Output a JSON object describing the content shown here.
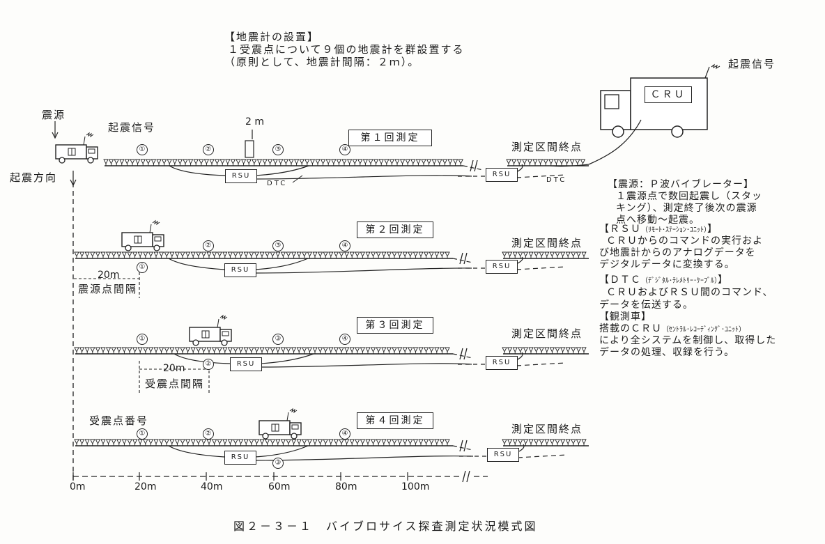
{
  "setup_note": {
    "title": "【地震計の設置】",
    "line1": "１受震点について９個の地震計を群設置する",
    "line2": "（原則として、地震計間隔：２ｍ）。"
  },
  "truck": {
    "label": "ＣＲＵ",
    "signal": "起震信号"
  },
  "source": {
    "label": "震源",
    "signal": "起震信号",
    "direction": "起震方向"
  },
  "spacing_label": "2 m",
  "dtc_label": "DTC",
  "rsu_label": "RSU",
  "end_label": "測定区間終点",
  "rows": [
    {
      "title": "第１回測定"
    },
    {
      "title": "第２回測定"
    },
    {
      "title": "第３回測定"
    },
    {
      "title": "第４回測定"
    }
  ],
  "point_markers": [
    "①",
    "②",
    "③",
    "④"
  ],
  "dims": {
    "source_interval_dist": "20m",
    "source_interval_label": "震源点間隔",
    "receiver_interval_dist": "20m",
    "receiver_interval_label": "受震点間隔",
    "receiver_number_label": "受震点番号"
  },
  "axis": {
    "ticks": [
      "0m",
      "20m",
      "40m",
      "60m",
      "80m",
      "100m"
    ]
  },
  "legend": {
    "source_head": "【震源：Ｐ波バイブレーター】",
    "source_body": [
      "１震源点で数回起震し（スタッ",
      "キング）、測定終了後次の震源",
      "点へ移動～起震。"
    ],
    "rsu_head": "【ＲＳＵ",
    "rsu_sub": "（ﾘﾓｰﾄ･ｽﾃｰｼｮﾝ･ﾕﾆｯﾄ）",
    "rsu_close": "】",
    "rsu_body": [
      "ＣＲＵからのコマンドの実行およ",
      "び地震計からのアナログデータを",
      "デジタルデータに変換する。"
    ],
    "dtc_head": "【ＤＴＣ",
    "dtc_sub": "（ﾃﾞｼﾞﾀﾙ･ﾃﾚﾒﾄﾘｰ･ｹｰﾌﾞﾙ）",
    "dtc_close": "】",
    "dtc_body": [
      "ＣＲＵおよびＲＳＵ間のコマンド、",
      "データを伝送する。"
    ],
    "car_head": "【観測車】",
    "car_line1a": "搭載のＣＲＵ",
    "car_sub": "（ｾﾝﾄﾗﾙ･ﾚｺｰﾃﾞｨﾝｸﾞ･ﾕﾆｯﾄ）",
    "car_body": [
      "により全システムを制御し、取得した",
      "データの処理、収録を行う。"
    ]
  },
  "caption": "図２－３－１　バイブロサイス探査測定状況模式図"
}
